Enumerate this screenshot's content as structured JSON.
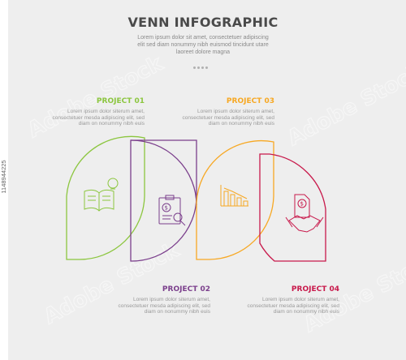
{
  "header": {
    "title": "VENN INFOGRAPHIC",
    "subtitle": "Lorem ipsum dolor sit amet, consectetuer adipiscing elit sed diam nonummy nibh euismod tincidunt utare laoreet dolore magna"
  },
  "projects": [
    {
      "label": "PROJECT 01",
      "description": "Lorem ipsum dolor siterum amet, consectetuer mesda adipiscing elit, sed diam on nonummy nibh euis",
      "color": "#8cc63f",
      "icon": "book-lightbulb-icon"
    },
    {
      "label": "PROJECT 02",
      "description": "Lorem ipsum dolor siterum amet, consectetuer mesda adipiscing elit, sed diam on nonummy nibh euis",
      "color": "#7b3f8c",
      "icon": "financial-report-icon"
    },
    {
      "label": "PROJECT 03",
      "description": "Lorem ipsum dolor siterum amet, consectetuer mesda adipiscing elit, sed diam on nonummy nibh euis",
      "color": "#f7a823",
      "icon": "bar-chart-icon"
    },
    {
      "label": "PROJECT 04",
      "description": "Lorem ipsum dolor siterum amet, consectetuer mesda adipiscing elit, sed diam on nonummy nibh euis",
      "color": "#c8194b",
      "icon": "handshake-contract-icon"
    }
  ],
  "watermark": {
    "id_text": "1148944225",
    "brand": "Adobe Stock"
  }
}
